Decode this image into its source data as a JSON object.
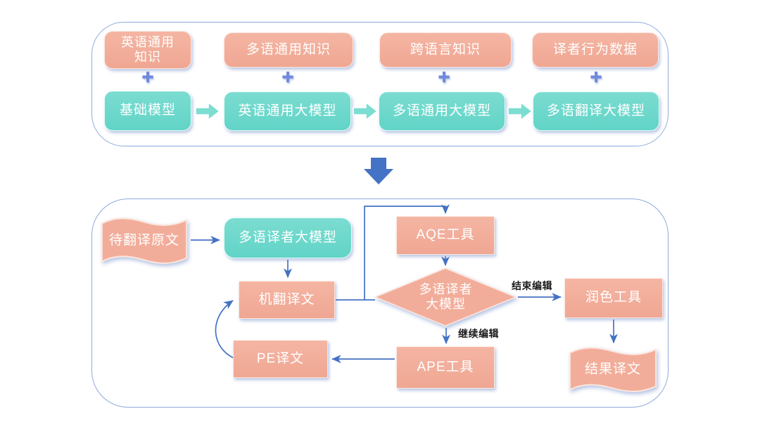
{
  "colors": {
    "salmon": "#F2AE9B",
    "teal": "#6FD8CC",
    "accent_blue": "#4472C4",
    "panel_border": "#8FAADC",
    "plus_blue": "#7289DB",
    "edge_label_text": "#1C1C1C",
    "box_text": "#FFFFFF"
  },
  "top_panel": {
    "plus_symbol": "✚",
    "columns": [
      {
        "knowledge": "英语通用\n知识",
        "model": "基础模型"
      },
      {
        "knowledge": "多语通用知识",
        "model": "英语通用大模型"
      },
      {
        "knowledge": "跨语言知识",
        "model": "多语通用大模型"
      },
      {
        "knowledge": "译者行为数据",
        "model": "多语翻译大模型"
      }
    ]
  },
  "bottom_panel": {
    "source_doc": "待翻译原文",
    "translator_model": "多语译者大模型",
    "aqe_tool": "AQE工具",
    "mt_output": "机翻译文",
    "decision": "多语译者\n大模型",
    "finish_edit_label": "结束编辑",
    "continue_edit_label": "继续编辑",
    "polish_tool": "润色工具",
    "ape_tool": "APE工具",
    "pe_output": "PE译文",
    "result_doc": "结果译文"
  }
}
